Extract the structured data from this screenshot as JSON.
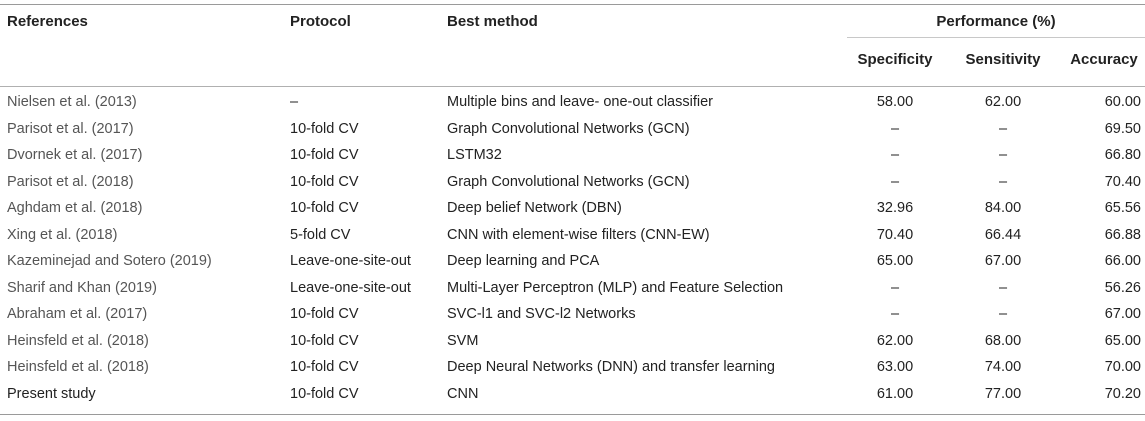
{
  "header": {
    "references": "References",
    "protocol": "Protocol",
    "best_method": "Best method",
    "performance": "Performance (%)",
    "specificity": "Specificity",
    "sensitivity": "Sensitivity",
    "accuracy": "Accuracy"
  },
  "rows": [
    {
      "reference": "Nielsen et al. (2013)",
      "protocol": "–",
      "method": "Multiple bins and leave- one-out classifier",
      "specificity": "58.00",
      "sensitivity": "62.00",
      "accuracy": "60.00"
    },
    {
      "reference": "Parisot et al. (2017)",
      "protocol": "10-fold CV",
      "method": "Graph Convolutional Networks (GCN)",
      "specificity": "–",
      "sensitivity": "–",
      "accuracy": "69.50"
    },
    {
      "reference": "Dvornek et al. (2017)",
      "protocol": "10-fold CV",
      "method": "LSTM32",
      "specificity": "–",
      "sensitivity": "–",
      "accuracy": "66.80"
    },
    {
      "reference": "Parisot et al. (2018)",
      "protocol": "10-fold CV",
      "method": "Graph Convolutional Networks (GCN)",
      "specificity": "–",
      "sensitivity": "–",
      "accuracy": "70.40"
    },
    {
      "reference": "Aghdam et al. (2018)",
      "protocol": "10-fold CV",
      "method": "Deep belief Network (DBN)",
      "specificity": "32.96",
      "sensitivity": "84.00",
      "accuracy": "65.56"
    },
    {
      "reference": "Xing et al. (2018)",
      "protocol": "5-fold CV",
      "method": "CNN with element-wise filters (CNN-EW)",
      "specificity": "70.40",
      "sensitivity": "66.44",
      "accuracy": "66.88"
    },
    {
      "reference": "Kazeminejad and Sotero (2019)",
      "protocol": "Leave-one-site-out",
      "method": "Deep learning and PCA",
      "specificity": "65.00",
      "sensitivity": "67.00",
      "accuracy": "66.00"
    },
    {
      "reference": "Sharif and Khan (2019)",
      "protocol": "Leave-one-site-out",
      "method": "Multi-Layer Perceptron (MLP) and Feature Selection",
      "specificity": "–",
      "sensitivity": "–",
      "accuracy": "56.26"
    },
    {
      "reference": "Abraham et al. (2017)",
      "protocol": "10-fold CV",
      "method": "SVC-l1 and SVC-l2 Networks",
      "specificity": "–",
      "sensitivity": "–",
      "accuracy": "67.00"
    },
    {
      "reference": "Heinsfeld et al. (2018)",
      "protocol": "10-fold CV",
      "method": "SVM",
      "specificity": "62.00",
      "sensitivity": "68.00",
      "accuracy": "65.00"
    },
    {
      "reference": "Heinsfeld et al. (2018)",
      "protocol": "10-fold CV",
      "method": "Deep Neural Networks (DNN) and transfer learning",
      "specificity": "63.00",
      "sensitivity": "74.00",
      "accuracy": "70.00"
    },
    {
      "reference": "Present study",
      "protocol": "10-fold CV",
      "method": "CNN",
      "specificity": "61.00",
      "sensitivity": "77.00",
      "accuracy": "70.20"
    }
  ]
}
